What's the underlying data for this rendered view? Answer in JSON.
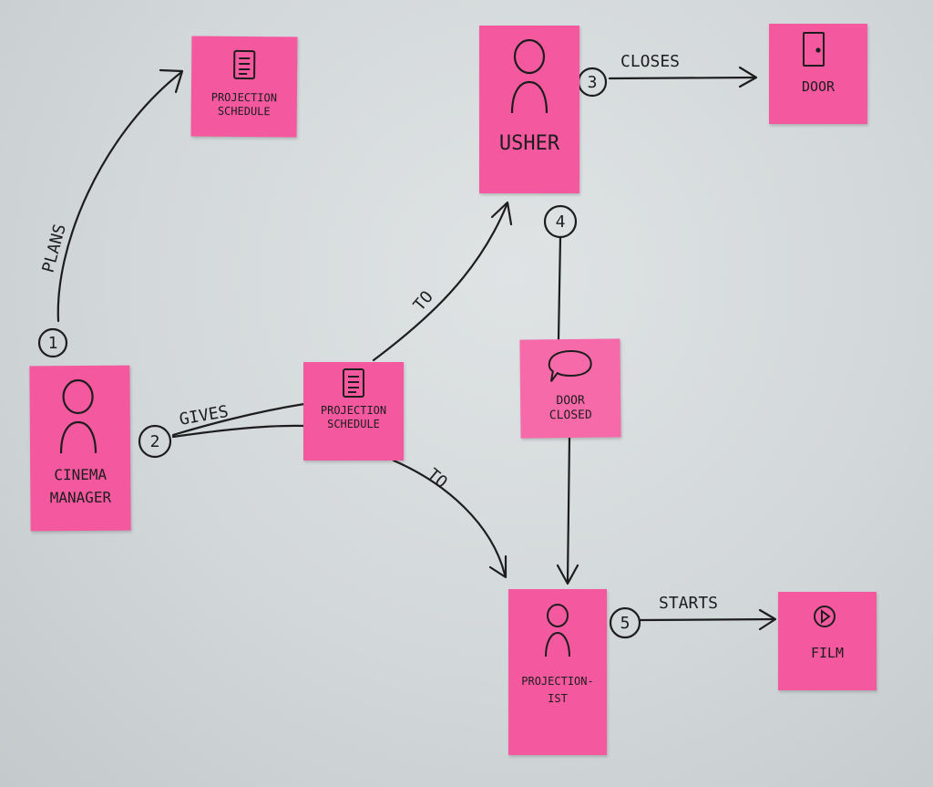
{
  "colors": {
    "note": "#f4589f",
    "note_light": "#f76aa9",
    "ink": "#1d1d1d",
    "board": "#d6dadc"
  },
  "notes": {
    "schedule_top": {
      "label": "PROJECTION\nSCHEDULE",
      "icon": "document-icon"
    },
    "usher": {
      "label": "USHER",
      "icon": "person-icon"
    },
    "door": {
      "label": "DOOR",
      "icon": "door-icon"
    },
    "manager": {
      "label": "CINEMA\nMANAGER",
      "icon": "person-icon"
    },
    "schedule_mid": {
      "label": "PROJECTION\nSCHEDULE",
      "icon": "document-icon"
    },
    "door_closed": {
      "label": "DOOR\nCLOSED",
      "icon": "speech-bubble-icon"
    },
    "projectionist": {
      "label": "PROJECTION-\nIST",
      "icon": "person-icon"
    },
    "film": {
      "label": "FILM",
      "icon": "play-icon"
    }
  },
  "edges": {
    "plans": "PLANS",
    "gives": "GIVES",
    "to_usher": "TO",
    "to_projectionist": "TO",
    "closes": "CLOSES",
    "starts": "STARTS"
  },
  "steps": [
    "1",
    "2",
    "3",
    "4",
    "5"
  ]
}
